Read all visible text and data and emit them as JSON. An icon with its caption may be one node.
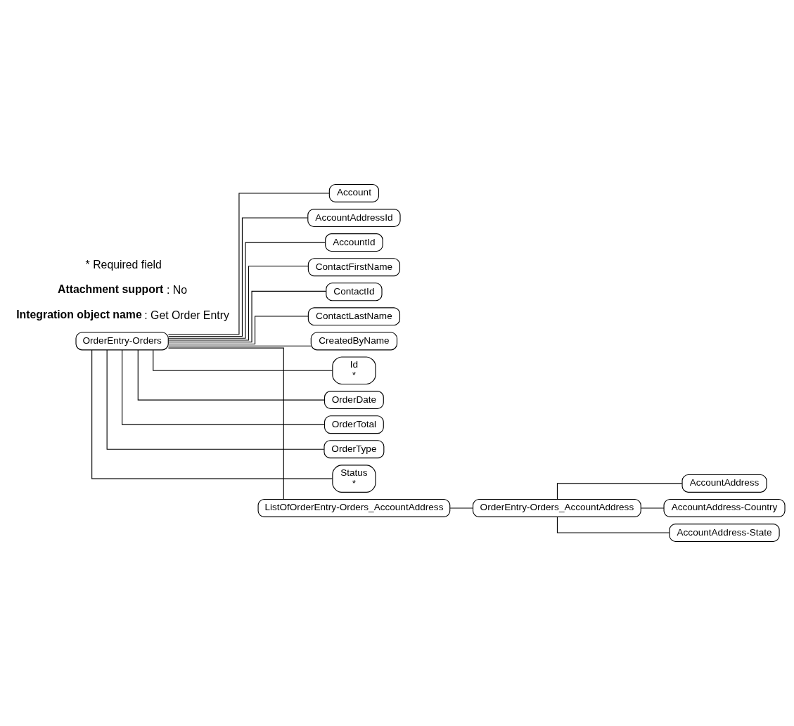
{
  "diagram": {
    "nodes": [
      {
        "text": [
          "OrderEntry-Orders"
        ]
      },
      {
        "text": [
          "Account"
        ]
      },
      {
        "text": [
          "AccountAddressId"
        ]
      },
      {
        "text": [
          "AccountId"
        ]
      },
      {
        "text": [
          "ContactFirstName"
        ]
      },
      {
        "text": [
          "ContactId"
        ]
      },
      {
        "text": [
          "ContactLastName"
        ]
      },
      {
        "text": [
          "CreatedByName"
        ]
      },
      {
        "text": [
          "Id",
          "*"
        ]
      },
      {
        "text": [
          "OrderDate"
        ]
      },
      {
        "text": [
          "OrderTotal"
        ]
      },
      {
        "text": [
          "OrderType"
        ]
      },
      {
        "text": [
          "Status",
          "*"
        ]
      },
      {
        "text": [
          "ListOfOrderEntry-Orders_AccountAddress"
        ]
      },
      {
        "text": [
          "OrderEntry-Orders_AccountAddress"
        ]
      },
      {
        "text": [
          "AccountAddress"
        ]
      },
      {
        "text": [
          "AccountAddress-Country"
        ]
      },
      {
        "text": [
          "AccountAddress-State"
        ]
      }
    ],
    "edges": [
      {
        "from": 0,
        "to": 1,
        "arrow": "none"
      },
      {
        "from": 0,
        "to": 2,
        "arrow": "none"
      },
      {
        "from": 0,
        "to": 3,
        "arrow": "none"
      },
      {
        "from": 0,
        "to": 4,
        "arrow": "none"
      },
      {
        "from": 0,
        "to": 5,
        "arrow": "none"
      },
      {
        "from": 0,
        "to": 6,
        "arrow": "none"
      },
      {
        "from": 0,
        "to": 7,
        "arrow": "none"
      },
      {
        "from": 0,
        "to": 8,
        "arrow": "none"
      },
      {
        "from": 0,
        "to": 9,
        "arrow": "none"
      },
      {
        "from": 0,
        "to": 10,
        "arrow": "none"
      },
      {
        "from": 0,
        "to": 11,
        "arrow": "none"
      },
      {
        "from": 0,
        "to": 12,
        "arrow": "none"
      },
      {
        "from": 0,
        "to": 13,
        "arrow": "none"
      },
      {
        "from": 13,
        "to": 14,
        "arrow": "none"
      },
      {
        "from": 14,
        "to": 15,
        "arrow": "none"
      },
      {
        "from": 14,
        "to": 16,
        "arrow": "none"
      },
      {
        "from": 14,
        "to": 17,
        "arrow": "none"
      }
    ],
    "labels": [
      "**Integration object name**: Get Order Entry",
      "**Attachment support**: No",
      "* Required field"
    ]
  }
}
